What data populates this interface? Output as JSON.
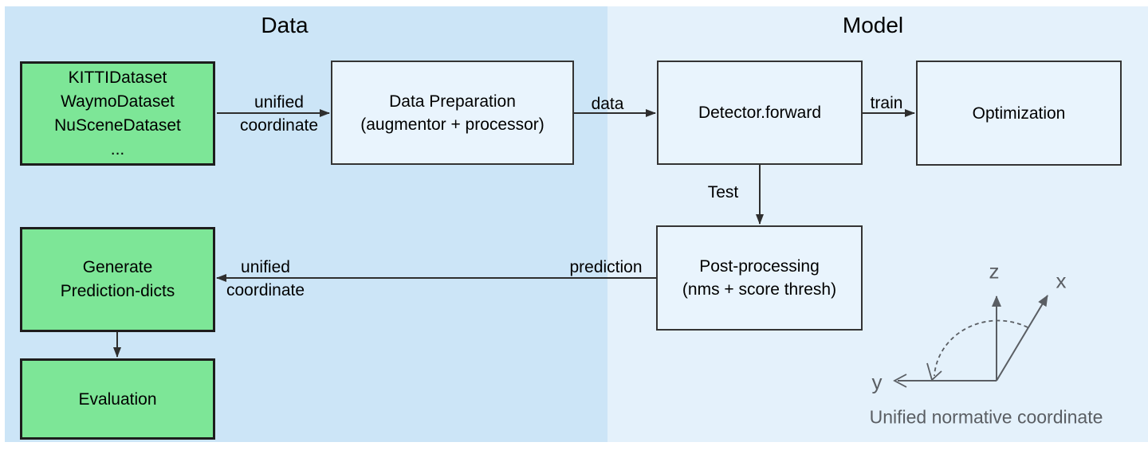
{
  "colors": {
    "page_bg": "#ffffff",
    "data_panel": "#cce5f7",
    "model_panel": "#e4f1fb",
    "box_fill": "#e9f4fd",
    "box_border": "#343434",
    "green_fill": "#7de697",
    "green_border": "#1d1d1d",
    "arrow": "#2e2e2e",
    "text": "#000000",
    "coord_gray": "#5a5e63"
  },
  "sections": {
    "data": {
      "title": "Data"
    },
    "model": {
      "title": "Model"
    }
  },
  "boxes": {
    "datasets": {
      "lines": [
        "KITTIDataset",
        "WaymoDataset",
        "NuSceneDataset",
        "..."
      ]
    },
    "data_preparation": {
      "lines": [
        "Data Preparation",
        "(augmentor + processor)"
      ]
    },
    "detector": {
      "label": "Detector.forward"
    },
    "optimization": {
      "label": "Optimization"
    },
    "post_processing": {
      "lines": [
        "Post-processing",
        "(nms + score thresh)"
      ]
    },
    "generate_prediction_dicts": {
      "lines": [
        "Generate",
        "Prediction-dicts"
      ]
    },
    "evaluation": {
      "label": "Evaluation"
    }
  },
  "edge_labels": {
    "unified_coordinate_in": {
      "lines": [
        "unified",
        "coordinate"
      ]
    },
    "data": "data",
    "train": "train",
    "test": "Test",
    "prediction": "prediction",
    "unified_coordinate_out": {
      "lines": [
        "unified",
        "coordinate"
      ]
    }
  },
  "coordinate_figure": {
    "z_label": "z",
    "x_label": "x",
    "y_label": "y",
    "caption": "Unified normative coordinate"
  }
}
